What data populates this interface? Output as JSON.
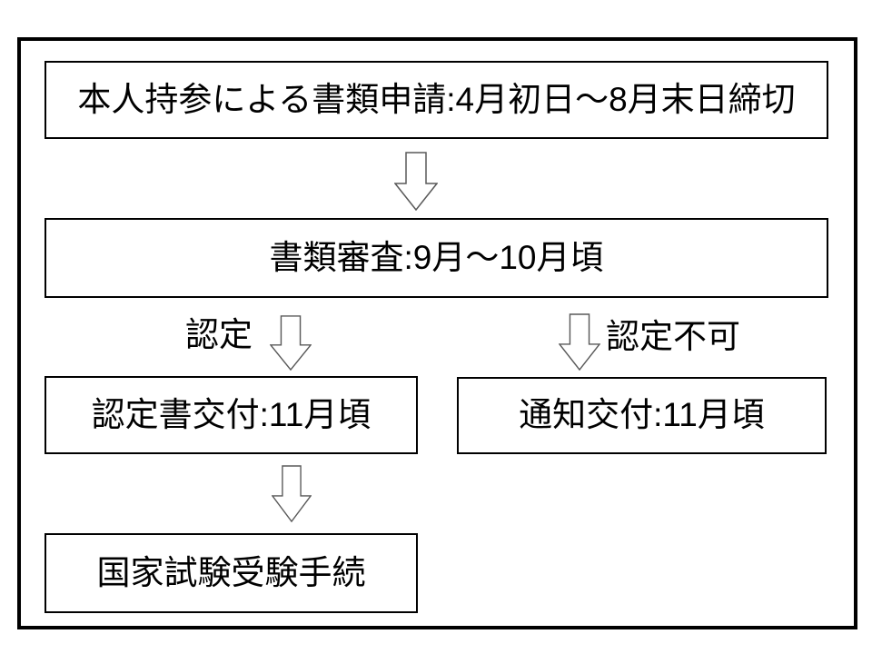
{
  "flowchart": {
    "title_hint": "certification-application-process-flow",
    "nodes": [
      {
        "id": "application",
        "label": "本人持参による書類申請:4月初日～8月末日締切"
      },
      {
        "id": "screening",
        "label": "書類審査:9月～10月頃"
      },
      {
        "id": "certified",
        "label": "認定書交付:11月頃"
      },
      {
        "id": "rejected",
        "label": "通知交付:11月頃"
      },
      {
        "id": "exam",
        "label": "国家試験受験手続"
      }
    ],
    "branches": [
      {
        "id": "approved",
        "label": "認定"
      },
      {
        "id": "not-approved",
        "label": "認定不可"
      }
    ],
    "colors": {
      "background": "#ffffff",
      "text": "#000000",
      "box_border": "#000000",
      "frame_border": "#000000",
      "arrow_fill": "#ffffff",
      "arrow_outline": "#595959"
    }
  }
}
